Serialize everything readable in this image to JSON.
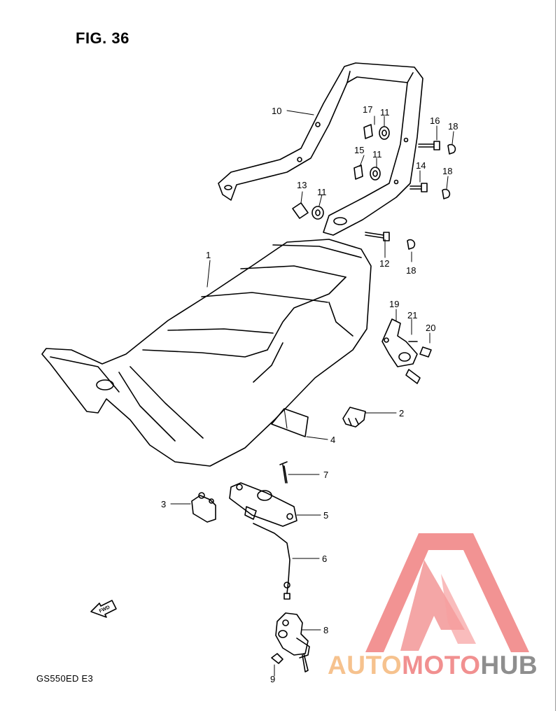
{
  "figure_title": "FIG. 36",
  "model_code": "GS550ED E3",
  "fwd_label": "FWD",
  "watermark": {
    "part1": "AUTO",
    "part2": "MOTO",
    "part3": "HUB"
  },
  "colors": {
    "line": "#000000",
    "watermark_orange": "#f6c28e",
    "watermark_red": "#f19090",
    "watermark_gray": "#8e8e8e"
  },
  "part_labels": [
    "1",
    "2",
    "3",
    "4",
    "5",
    "6",
    "7",
    "8",
    "9",
    "10",
    "11",
    "11",
    "11",
    "12",
    "13",
    "14",
    "15",
    "16",
    "17",
    "18",
    "18",
    "18",
    "19",
    "20",
    "21"
  ]
}
